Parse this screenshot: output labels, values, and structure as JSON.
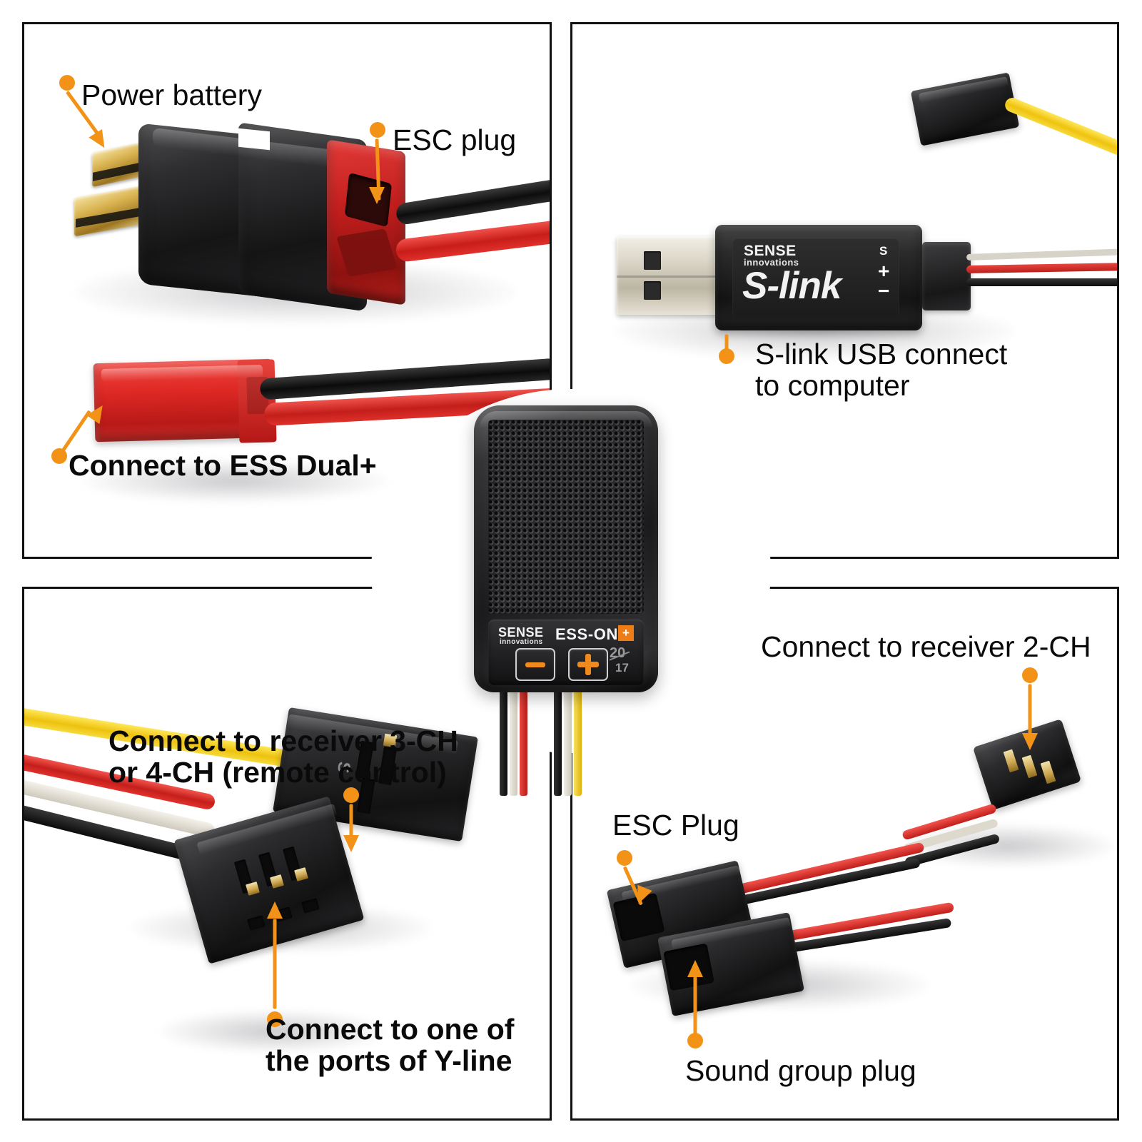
{
  "document": {
    "type": "product-wiring-diagram",
    "layout": "2x2 panel grid with central circular inset",
    "accent_color": "#F29318",
    "text_color": "#0a0a0a",
    "background": "#ffffff"
  },
  "panels": {
    "top_left": {
      "name": "power-battery-panel",
      "callouts": [
        {
          "id": "power-battery",
          "label": "Power battery",
          "weight": "regular"
        },
        {
          "id": "esc-plug",
          "label": "ESC plug",
          "weight": "regular"
        },
        {
          "id": "connect-ess-dual",
          "label": "Connect to ESS Dual+",
          "weight": "bold"
        }
      ],
      "objects": [
        "deans-t-plug-black-connector",
        "gold-blade-contacts",
        "red-t-plug-housing",
        "red-jst-connector",
        "black-wire",
        "red-wire"
      ]
    },
    "top_right": {
      "name": "s-link-usb-panel",
      "callouts": [
        {
          "id": "s-link-usb",
          "label_line1": "S-link USB connect",
          "label_line2": "to computer",
          "weight": "regular"
        }
      ],
      "device": {
        "brand_line1": "SENSE",
        "brand_line2": "innovations",
        "model": "S-link",
        "pin_labels": [
          "S",
          "+",
          "−"
        ]
      },
      "objects": [
        "usb-a-male-connector",
        "s-link-dongle",
        "3-pin-servo-lead",
        "black-servo-plug",
        "yellow-wire"
      ]
    },
    "bottom_left": {
      "name": "receiver-wiring-panel",
      "callouts": [
        {
          "id": "receiver-3ch-4ch",
          "label_line1": "Connect to receiver 3-CH",
          "label_line2": "or 4-CH (remote control)",
          "weight": "bold"
        },
        {
          "id": "y-line-port",
          "label_line1": "Connect to one of",
          "label_line2": "the ports of Y-line",
          "weight": "bold"
        }
      ],
      "objects": [
        "black-servo-connector-female",
        "black-servo-connector-male",
        "yellow-wire",
        "red-wire",
        "black-wire",
        "white-wire"
      ]
    },
    "bottom_right": {
      "name": "y-cable-panel",
      "callouts": [
        {
          "id": "receiver-2ch",
          "label": "Connect to receiver 2-CH",
          "weight": "regular"
        },
        {
          "id": "esc-plug-2",
          "label": "ESC Plug",
          "weight": "regular"
        },
        {
          "id": "sound-group-plug",
          "label": "Sound group plug",
          "weight": "regular"
        }
      ],
      "objects": [
        "y-splitter-cable",
        "3-pin-male-header-plug",
        "two-female-servo-plugs",
        "red-wire",
        "black-wire",
        "white-wire"
      ]
    }
  },
  "center_device": {
    "name": "ess-one-plus-sound-module",
    "brand_line1": "SENSE",
    "brand_line2": "innovations",
    "model": "ESS-ONE",
    "model_suffix": "+",
    "buttons": [
      {
        "id": "volume-down-button",
        "glyph": "−",
        "name": "minus-button"
      },
      {
        "id": "volume-up-button",
        "glyph": "+",
        "name": "plus-button"
      }
    ],
    "stamp_top": "20",
    "stamp_bottom": "17",
    "lead_wires": [
      "black",
      "white",
      "red",
      "black",
      "white",
      "yellow"
    ]
  }
}
